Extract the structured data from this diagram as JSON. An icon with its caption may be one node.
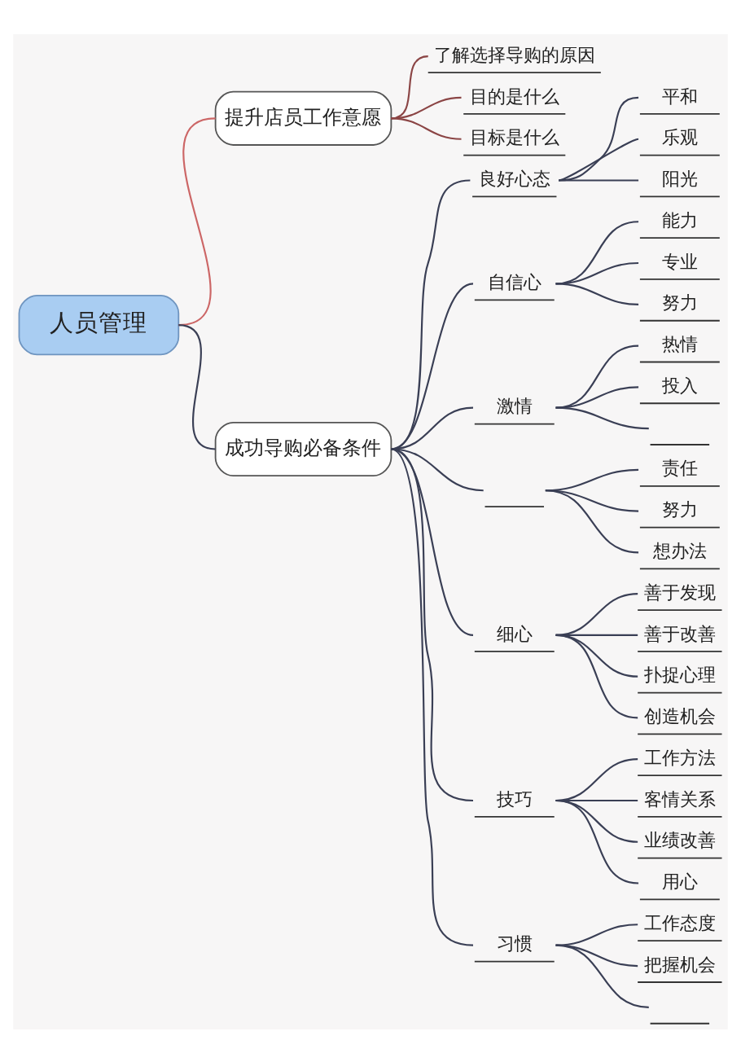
{
  "diagram": {
    "nodes": [
      {
        "text": [
          "人员管理"
        ]
      },
      {
        "text": [
          "提升店员工作意愿"
        ]
      },
      {
        "text": [
          "了解选择导购的原因"
        ]
      },
      {
        "text": [
          "目的是什么"
        ]
      },
      {
        "text": [
          "目标是什么"
        ]
      },
      {
        "text": [
          "成功导购必备条件"
        ]
      },
      {
        "text": [
          "良好心态"
        ]
      },
      {
        "text": [
          "平和"
        ]
      },
      {
        "text": [
          "乐观"
        ]
      },
      {
        "text": [
          "阳光"
        ]
      },
      {
        "text": [
          "自信心"
        ]
      },
      {
        "text": [
          "能力"
        ]
      },
      {
        "text": [
          "专业"
        ]
      },
      {
        "text": [
          "努力"
        ]
      },
      {
        "text": [
          "激情"
        ]
      },
      {
        "text": [
          "热情"
        ]
      },
      {
        "text": [
          "投入"
        ]
      },
      {
        "text": [],
        "shape": "line"
      },
      {
        "text": [],
        "shape": "line"
      },
      {
        "text": [
          "责任"
        ]
      },
      {
        "text": [
          "努力"
        ]
      },
      {
        "text": [
          "想办法"
        ]
      },
      {
        "text": [
          "细心"
        ]
      },
      {
        "text": [
          "善于发现"
        ]
      },
      {
        "text": [
          "善于改善"
        ]
      },
      {
        "text": [
          "扑捉心理"
        ]
      },
      {
        "text": [
          "创造机会"
        ]
      },
      {
        "text": [
          "技巧"
        ]
      },
      {
        "text": [
          "工作方法"
        ]
      },
      {
        "text": [
          "客情关系"
        ]
      },
      {
        "text": [
          "业绩改善"
        ]
      },
      {
        "text": [
          "用心"
        ]
      },
      {
        "text": [
          "习惯"
        ]
      },
      {
        "text": [
          "工作态度"
        ]
      },
      {
        "text": [
          "把握机会"
        ]
      },
      {
        "text": [],
        "shape": "line"
      }
    ],
    "edges": [
      {
        "from": 0,
        "to": 1,
        "arrow": "none",
        "color": "#cc6666"
      },
      {
        "from": 1,
        "to": 2,
        "arrow": "none",
        "color": "#8b4545"
      },
      {
        "from": 1,
        "to": 3,
        "arrow": "none",
        "color": "#8b4545"
      },
      {
        "from": 1,
        "to": 4,
        "arrow": "none",
        "color": "#8b4545"
      },
      {
        "from": 0,
        "to": 5,
        "arrow": "none"
      },
      {
        "from": 5,
        "to": 6,
        "arrow": "none"
      },
      {
        "from": 6,
        "to": 7,
        "arrow": "none"
      },
      {
        "from": 6,
        "to": 8,
        "arrow": "none"
      },
      {
        "from": 6,
        "to": 9,
        "arrow": "none"
      },
      {
        "from": 5,
        "to": 10,
        "arrow": "none"
      },
      {
        "from": 10,
        "to": 11,
        "arrow": "none"
      },
      {
        "from": 10,
        "to": 12,
        "arrow": "none"
      },
      {
        "from": 10,
        "to": 13,
        "arrow": "none"
      },
      {
        "from": 5,
        "to": 14,
        "arrow": "none"
      },
      {
        "from": 14,
        "to": 15,
        "arrow": "none"
      },
      {
        "from": 14,
        "to": 16,
        "arrow": "none"
      },
      {
        "from": 14,
        "to": 17,
        "arrow": "none"
      },
      {
        "from": 5,
        "to": 18,
        "arrow": "none"
      },
      {
        "from": 18,
        "to": 19,
        "arrow": "none"
      },
      {
        "from": 18,
        "to": 20,
        "arrow": "none"
      },
      {
        "from": 18,
        "to": 21,
        "arrow": "none"
      },
      {
        "from": 5,
        "to": 22,
        "arrow": "none"
      },
      {
        "from": 22,
        "to": 23,
        "arrow": "none"
      },
      {
        "from": 22,
        "to": 24,
        "arrow": "none"
      },
      {
        "from": 22,
        "to": 25,
        "arrow": "none"
      },
      {
        "from": 22,
        "to": 26,
        "arrow": "none"
      },
      {
        "from": 5,
        "to": 27,
        "arrow": "none"
      },
      {
        "from": 27,
        "to": 28,
        "arrow": "none"
      },
      {
        "from": 27,
        "to": 29,
        "arrow": "none"
      },
      {
        "from": 27,
        "to": 30,
        "arrow": "none"
      },
      {
        "from": 27,
        "to": 31,
        "arrow": "none"
      },
      {
        "from": 5,
        "to": 32,
        "arrow": "none"
      },
      {
        "from": 32,
        "to": 33,
        "arrow": "none"
      },
      {
        "from": 32,
        "to": 34,
        "arrow": "none"
      },
      {
        "from": 32,
        "to": 35,
        "arrow": "none"
      }
    ]
  }
}
